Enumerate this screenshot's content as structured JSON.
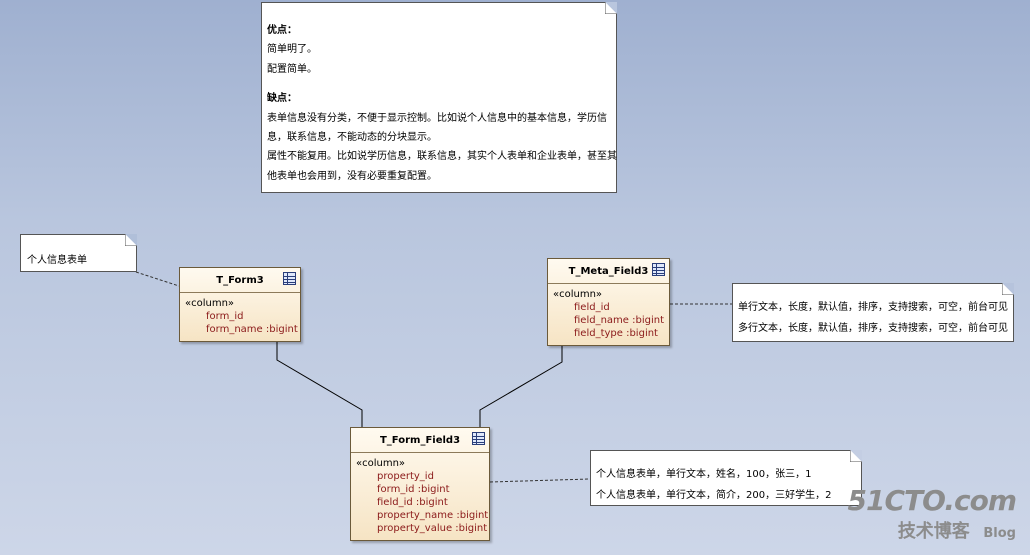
{
  "notes": {
    "pros_cons": {
      "pros_title": "优点：",
      "pros": [
        "简单明了。",
        "配置简单。"
      ],
      "cons_title": "缺点：",
      "cons": [
        "表单信息没有分类，不便于显示控制。比如说个人信息中的基本信息，学历信",
        "息，联系信息，不能动态的分块显示。",
        "属性不能复用。比如说学历信息，联系信息，其实个人表单和企业表单，甚至其",
        "他表单也会用到，没有必要重复配置。"
      ]
    },
    "form_note": "个人信息表单",
    "meta_note": [
      "单行文本，长度，默认值，排序，支持搜索，可空，前台可见",
      "多行文本，长度，默认值，排序，支持搜索，可空，前台可见"
    ],
    "form_field_note": [
      "个人信息表单，单行文本，姓名，100，张三，1",
      "个人信息表单，单行文本，简介，200，三好学生，2"
    ]
  },
  "tables": {
    "t_form": {
      "name": "T_Form3",
      "stereotype": "«column»",
      "fields": [
        "form_id",
        "form_name  :bigint"
      ]
    },
    "t_meta_field": {
      "name": "T_Meta_Field3",
      "stereotype": "«column»",
      "fields": [
        "field_id",
        "field_name  :bigint",
        "field_type  :bigint"
      ]
    },
    "t_form_field": {
      "name": "T_Form_Field3",
      "stereotype": "«column»",
      "fields": [
        "property_id",
        "form_id  :bigint",
        "field_id  :bigint",
        "property_name  :bigint",
        "property_value  :bigint"
      ]
    }
  },
  "watermark": {
    "site": "51CTO.com",
    "subtitle": "技术博客",
    "blog": "Blog"
  },
  "icons": [
    "table-icon",
    "note-fold-icon"
  ]
}
